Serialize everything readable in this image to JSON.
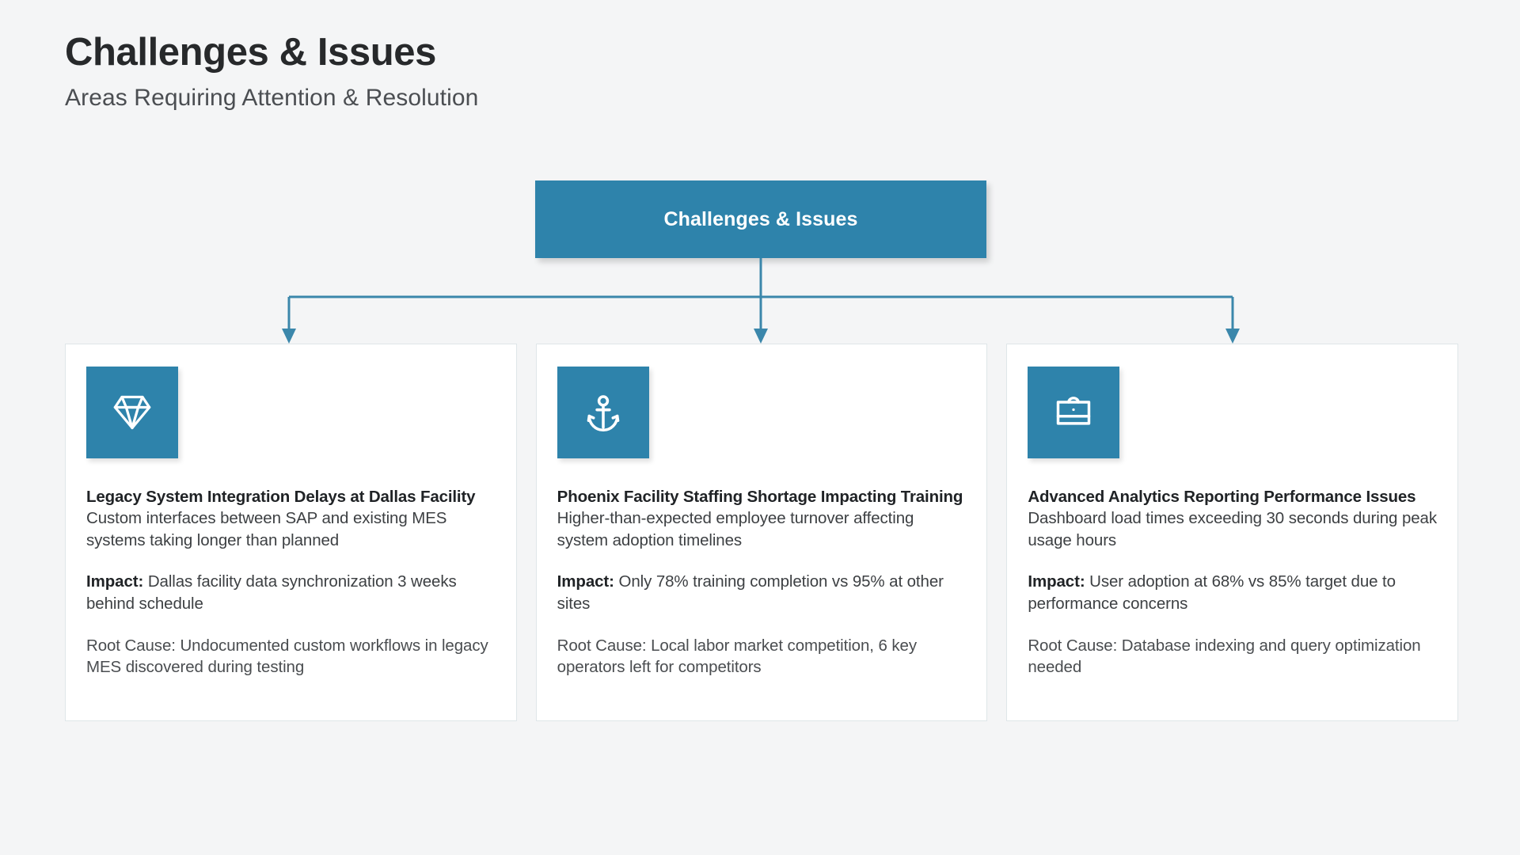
{
  "header": {
    "title": "Challenges & Issues",
    "subtitle": "Areas Requiring Attention & Resolution"
  },
  "diagram": {
    "root": {
      "label": "Challenges & Issues"
    },
    "accent_color": "#2e83ab",
    "connector_color": "#3b87ab",
    "background_color": "#f4f5f6",
    "card_background": "#ffffff",
    "card_border_color": "#dfe6e9",
    "cards": [
      {
        "icon": "diamond-icon",
        "title": "Legacy System Integration Delays at Dallas Facility",
        "description": "Custom interfaces between SAP and existing MES systems taking longer than planned",
        "impact_label": "Impact:",
        "impact_text": "Dallas facility data synchronization 3 weeks behind schedule",
        "root_cause": "Root Cause: Undocumented custom workflows in legacy MES discovered during testing"
      },
      {
        "icon": "anchor-icon",
        "title": "Phoenix Facility Staffing Shortage Impacting Training",
        "description": "Higher-than-expected employee turnover affecting system adoption timelines",
        "impact_label": "Impact:",
        "impact_text": "Only 78% training completion vs 95% at other sites",
        "root_cause": "Root Cause: Local labor market competition, 6 key operators left for competitors"
      },
      {
        "icon": "briefcase-icon",
        "title": "Advanced Analytics Reporting Performance Issues",
        "description": "Dashboard load times exceeding 30 seconds during peak usage hours",
        "impact_label": "Impact:",
        "impact_text": "User adoption at 68% vs 85% target due to performance concerns",
        "root_cause": "Root Cause: Database indexing and query optimization needed"
      }
    ]
  }
}
